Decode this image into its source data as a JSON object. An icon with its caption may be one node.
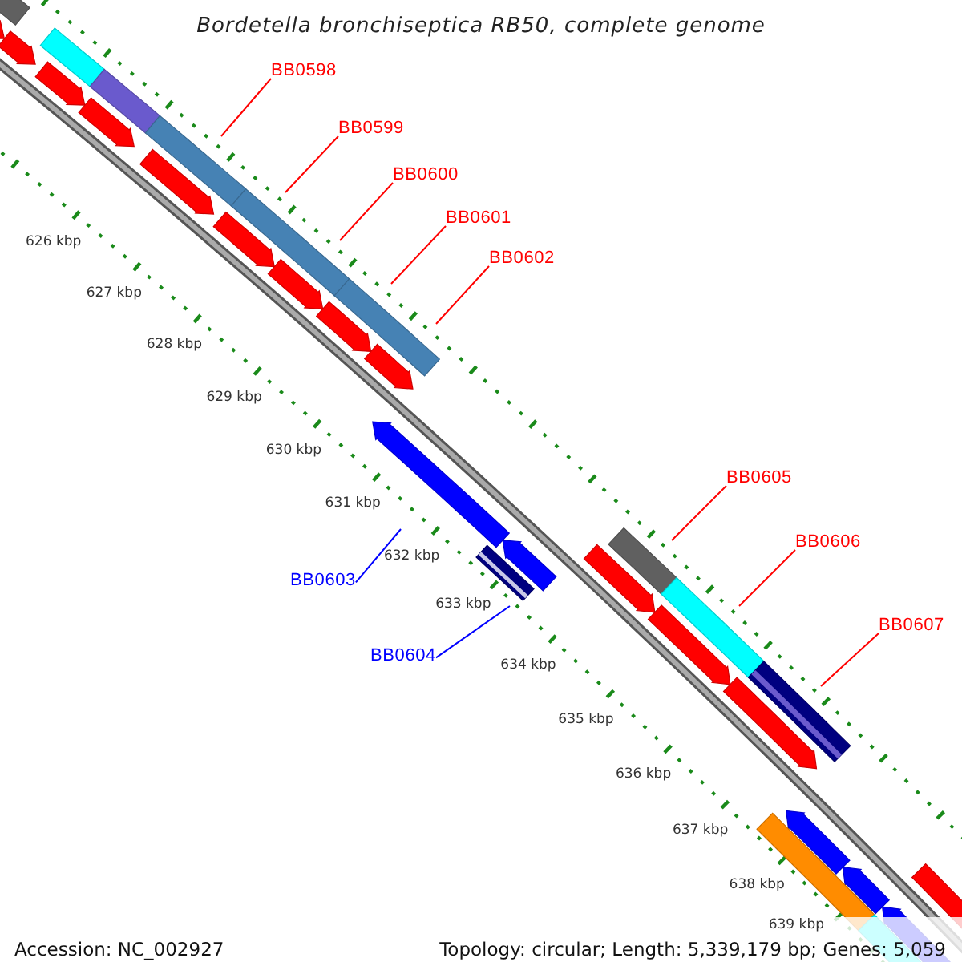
{
  "diagram": {
    "title": "Bordetella bronchiseptica RB50, complete genome",
    "nodes": [
      {
        "text": [
          "BB0598"
        ]
      },
      {
        "text": [
          "BB0599"
        ]
      },
      {
        "text": [
          "BB0600"
        ]
      },
      {
        "text": [
          "BB0601"
        ]
      },
      {
        "text": [
          "BB0602"
        ]
      },
      {
        "text": [
          "BB0603"
        ]
      },
      {
        "text": [
          "BB0604"
        ]
      },
      {
        "text": [
          "BB0605"
        ]
      },
      {
        "text": [
          "BB0606"
        ]
      },
      {
        "text": [
          "BB0607"
        ]
      }
    ],
    "edges": [
      {
        "from": 0,
        "to": null,
        "arrow": "none"
      },
      {
        "from": 1,
        "to": null,
        "arrow": "none"
      },
      {
        "from": 2,
        "to": null,
        "arrow": "none"
      },
      {
        "from": 3,
        "to": null,
        "arrow": "none"
      },
      {
        "from": 4,
        "to": null,
        "arrow": "none"
      },
      {
        "from": 5,
        "to": null,
        "arrow": "none",
        "color": "#0000ff"
      },
      {
        "from": 6,
        "to": null,
        "arrow": "none",
        "color": "#0000ff"
      },
      {
        "from": 7,
        "to": null,
        "arrow": "none"
      },
      {
        "from": 8,
        "to": null,
        "arrow": "none"
      },
      {
        "from": 9,
        "to": null,
        "arrow": "none"
      }
    ],
    "labels": [
      "626 kbp",
      "627 kbp",
      "628 kbp",
      "629 kbp",
      "630 kbp",
      "631 kbp",
      "632 kbp",
      "633 kbp",
      "634 kbp",
      "635 kbp",
      "636 kbp",
      "637 kbp",
      "638 kbp",
      "639 kbp",
      "Accession: NC_002927",
      "Topology: circular; Length: 5,339,179 bp; Genes: 5,059"
    ]
  }
}
